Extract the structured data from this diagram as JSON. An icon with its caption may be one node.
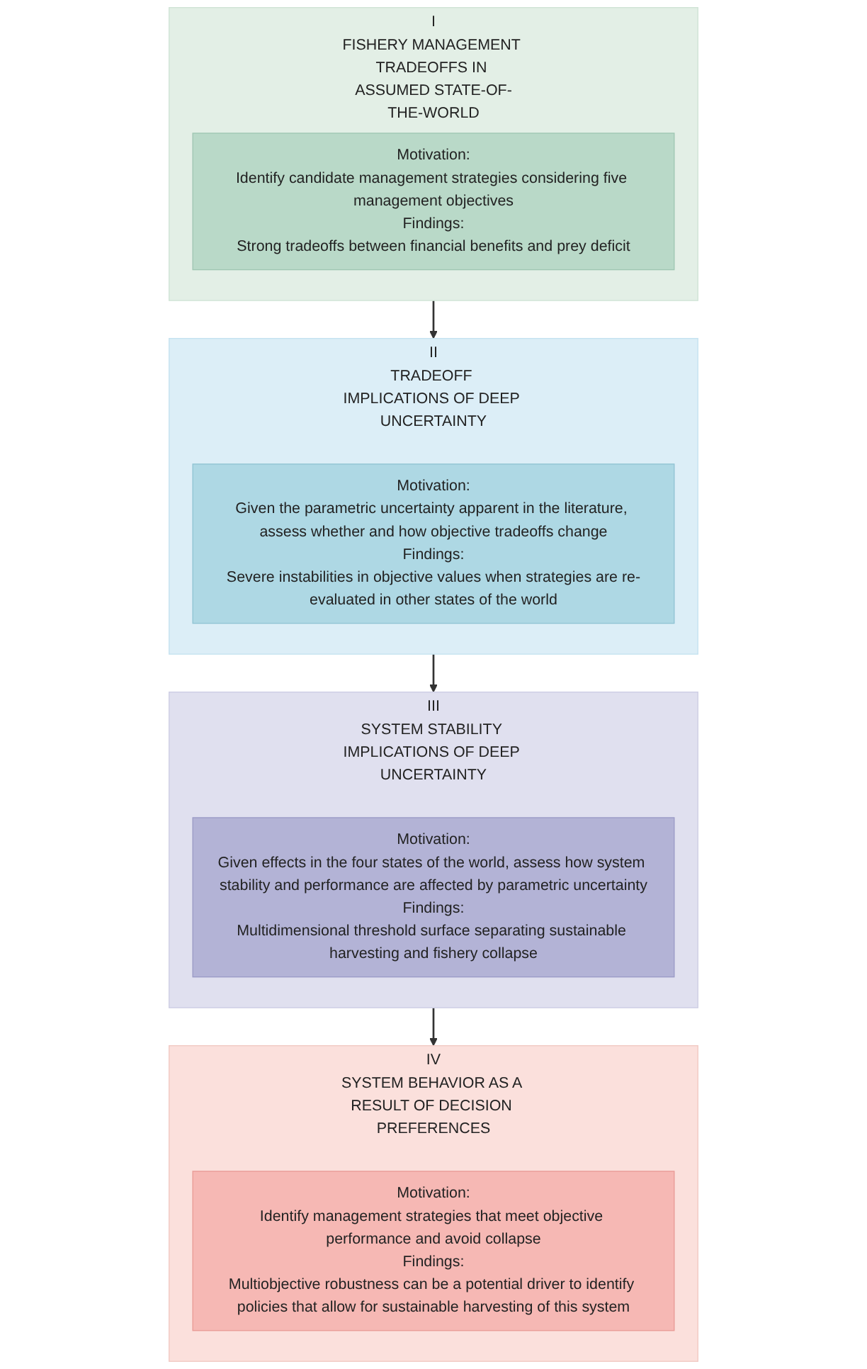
{
  "diagram": {
    "nodes": [
      {
        "text": [
          "I",
          "FISHERY MANAGEMENT TRADEOFFS IN ASSUMED STATE-OF-THE-WORLD"
        ]
      },
      {
        "text": [
          "Motivation:",
          "Identify candidate management strategies considering five management objectives",
          "Findings:",
          "Strong tradeoffs between financial benefits and prey deficit"
        ],
        "in": 0
      },
      {
        "text": [
          "II",
          "TRADEOFF IMPLICATIONS OF DEEP UNCERTAINTY"
        ]
      },
      {
        "text": [
          "Motivation:",
          "Given the parametric uncertainty apparent in the literature, assess whether and how objective tradeoffs change",
          "Findings:",
          "Severe instabilities in objective values when strategies are re-evaluated in other states of the world"
        ],
        "in": 2
      },
      {
        "text": [
          "III",
          "SYSTEM STABILITY IMPLICATIONS OF DEEP UNCERTAINTY"
        ]
      },
      {
        "text": [
          "Motivation:",
          "Given effects in the four states of the world, assess how system stability and performance are affected by parametric uncertainty",
          "Findings:",
          "Multidimensional threshold surface separating sustainable harvesting and fishery collapse"
        ],
        "in": 4
      },
      {
        "text": [
          "IV",
          "SYSTEM BEHAVIOR AS A RESULT OF DECISION PREFERENCES"
        ]
      },
      {
        "text": [
          "Motivation:",
          "Identify management strategies that meet objective performance and avoid collapse",
          "Findings:",
          "Multiobjective robustness can be a potential driver to identify policies that allow for sustainable harvesting of this system"
        ],
        "in": 6
      }
    ],
    "edges": [
      {
        "from": 0,
        "to": 2,
        "arrow": "to"
      },
      {
        "from": 2,
        "to": 4,
        "arrow": "to"
      },
      {
        "from": 4,
        "to": 6,
        "arrow": "to"
      }
    ]
  }
}
